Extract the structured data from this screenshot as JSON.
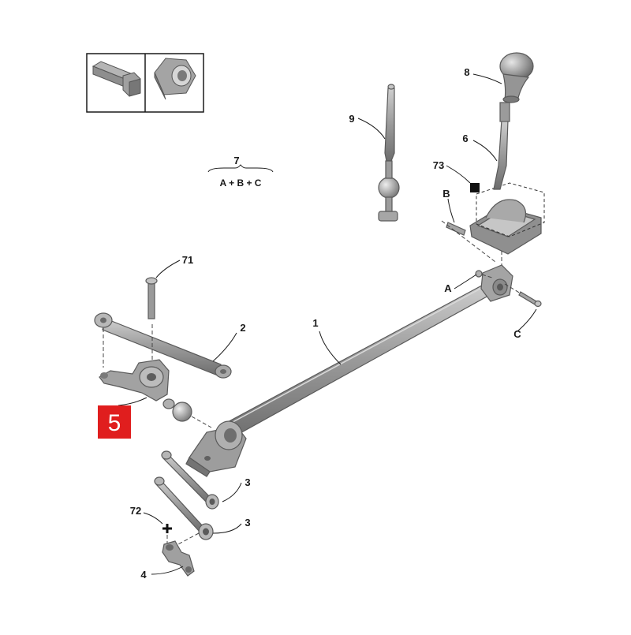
{
  "colors": {
    "highlight": "#e01e1e",
    "part_fill": "#a9a9a9",
    "part_light": "#d0d0d0",
    "part_dark": "#6f6f6f",
    "line": "#1a1a1a"
  },
  "icons": [
    "bolt-icon",
    "nut-icon"
  ],
  "callouts": {
    "p1": "1",
    "p2": "2",
    "p3a": "3",
    "p3b": "3",
    "p4": "4",
    "p5": "5",
    "p6": "6",
    "p7": "7",
    "p7_formula": "A + B + C",
    "p8": "8",
    "p9": "9",
    "p71": "71",
    "p72": "72",
    "p73": "73",
    "pA": "A",
    "pB": "B",
    "pC": "C"
  }
}
